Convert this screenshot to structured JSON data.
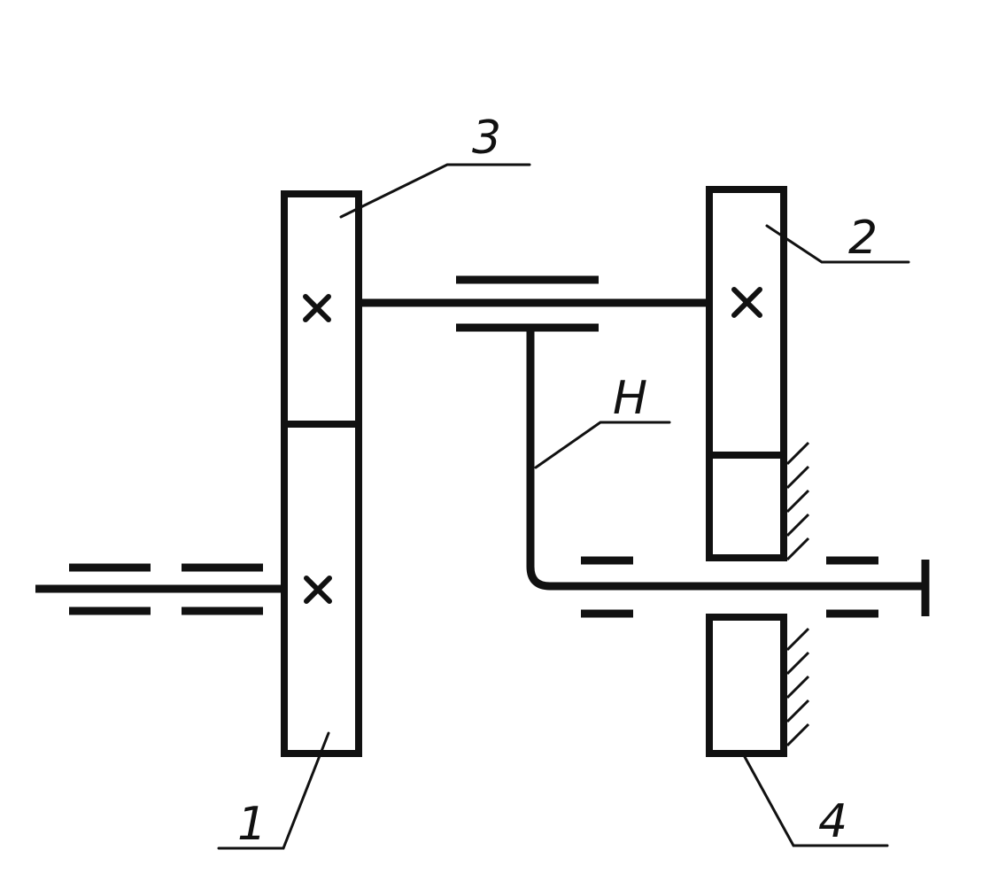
{
  "labels": {
    "gear1": "1",
    "gear2": "2",
    "gear3": "3",
    "gear4": "4",
    "carrier": "H"
  }
}
